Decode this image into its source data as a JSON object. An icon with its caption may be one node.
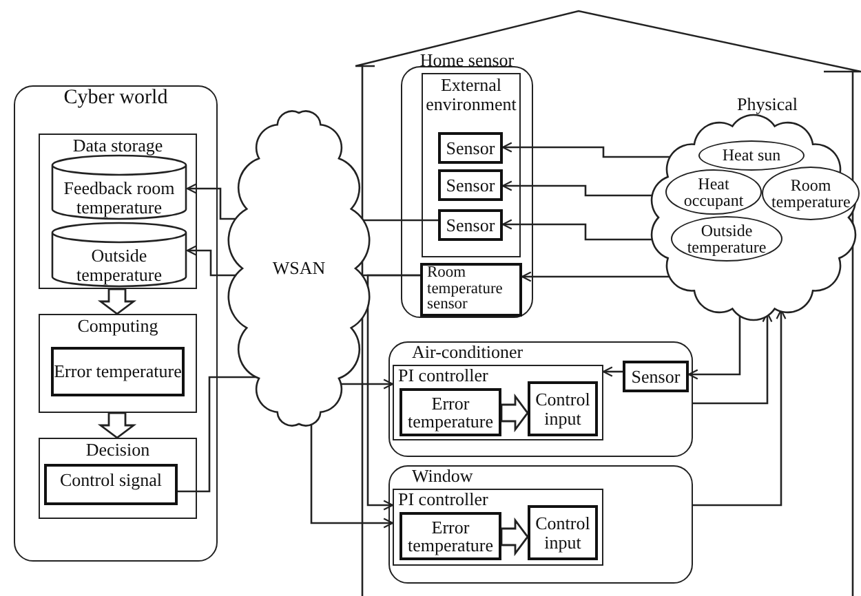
{
  "diagram": {
    "nodes": [
      {
        "text": [
          "Cyber world"
        ]
      },
      {
        "text": [
          "Data storage"
        ],
        "in": 0
      },
      {
        "text": [
          "Feedback room temperature"
        ],
        "in": 1
      },
      {
        "text": [
          "Outside temperature"
        ],
        "in": 1
      },
      {
        "text": [
          "Computing"
        ],
        "in": 0
      },
      {
        "text": [
          "Error temperature"
        ],
        "in": 4
      },
      {
        "text": [
          "Decision"
        ],
        "in": 0
      },
      {
        "text": [
          "Control signal"
        ],
        "in": 6
      },
      {
        "text": [
          "WSAN"
        ]
      },
      {
        "text": [
          "Home sensor"
        ]
      },
      {
        "text": [
          "External environment"
        ],
        "in": 9
      },
      {
        "text": [
          "Sensor"
        ],
        "in": 10
      },
      {
        "text": [
          "Sensor"
        ],
        "in": 10
      },
      {
        "text": [
          "Sensor"
        ],
        "in": 10
      },
      {
        "text": [
          "Room temperature sensor"
        ],
        "in": 9
      },
      {
        "text": [
          "Physical"
        ]
      },
      {
        "text": [
          "Heat sun"
        ],
        "in": 15
      },
      {
        "text": [
          "Heat occupant"
        ],
        "in": 15
      },
      {
        "text": [
          "Room temperature"
        ],
        "in": 15
      },
      {
        "text": [
          "Outside temperature"
        ],
        "in": 15
      },
      {
        "text": [
          "Air-conditioner"
        ]
      },
      {
        "text": [
          "PI controller"
        ],
        "in": 20
      },
      {
        "text": [
          "Error temperature"
        ],
        "in": 21
      },
      {
        "text": [
          "Control input"
        ],
        "in": 21
      },
      {
        "text": [
          "Sensor"
        ],
        "in": 20
      },
      {
        "text": [
          "Window"
        ]
      },
      {
        "text": [
          "PI controller"
        ],
        "in": 25
      },
      {
        "text": [
          "Error temperature"
        ],
        "in": 26
      },
      {
        "text": [
          "Control input"
        ],
        "in": 26
      }
    ],
    "edges": [
      {
        "from": 8,
        "to": 2,
        "arrow": "to"
      },
      {
        "from": 8,
        "to": 3,
        "arrow": "to"
      },
      {
        "from": 13,
        "to": 8,
        "arrow": "none"
      },
      {
        "from": 14,
        "to": 8,
        "arrow": "none"
      },
      {
        "from": 14,
        "to": 26,
        "arrow": "to"
      },
      {
        "from": 7,
        "to": 8,
        "arrow": "none"
      },
      {
        "from": 8,
        "to": 21,
        "arrow": "to"
      },
      {
        "from": 8,
        "to": 26,
        "arrow": "to"
      },
      {
        "from": 16,
        "to": 11,
        "arrow": "to"
      },
      {
        "from": 17,
        "to": 12,
        "arrow": "to"
      },
      {
        "from": 19,
        "to": 13,
        "arrow": "to"
      },
      {
        "from": 18,
        "to": 14,
        "arrow": "to"
      },
      {
        "from": 15,
        "to": 24,
        "arrow": "to"
      },
      {
        "from": 24,
        "to": 21,
        "arrow": "to"
      },
      {
        "from": 20,
        "to": 15,
        "arrow": "to"
      },
      {
        "from": 25,
        "to": 15,
        "arrow": "to"
      },
      {
        "from": 22,
        "to": 23,
        "arrow": "to",
        "style": "thick"
      },
      {
        "from": 27,
        "to": 28,
        "arrow": "to",
        "style": "thick"
      },
      {
        "from": 1,
        "to": 4,
        "arrow": "to",
        "style": "thick"
      },
      {
        "from": 4,
        "to": 6,
        "arrow": "to",
        "style": "thick"
      }
    ]
  }
}
